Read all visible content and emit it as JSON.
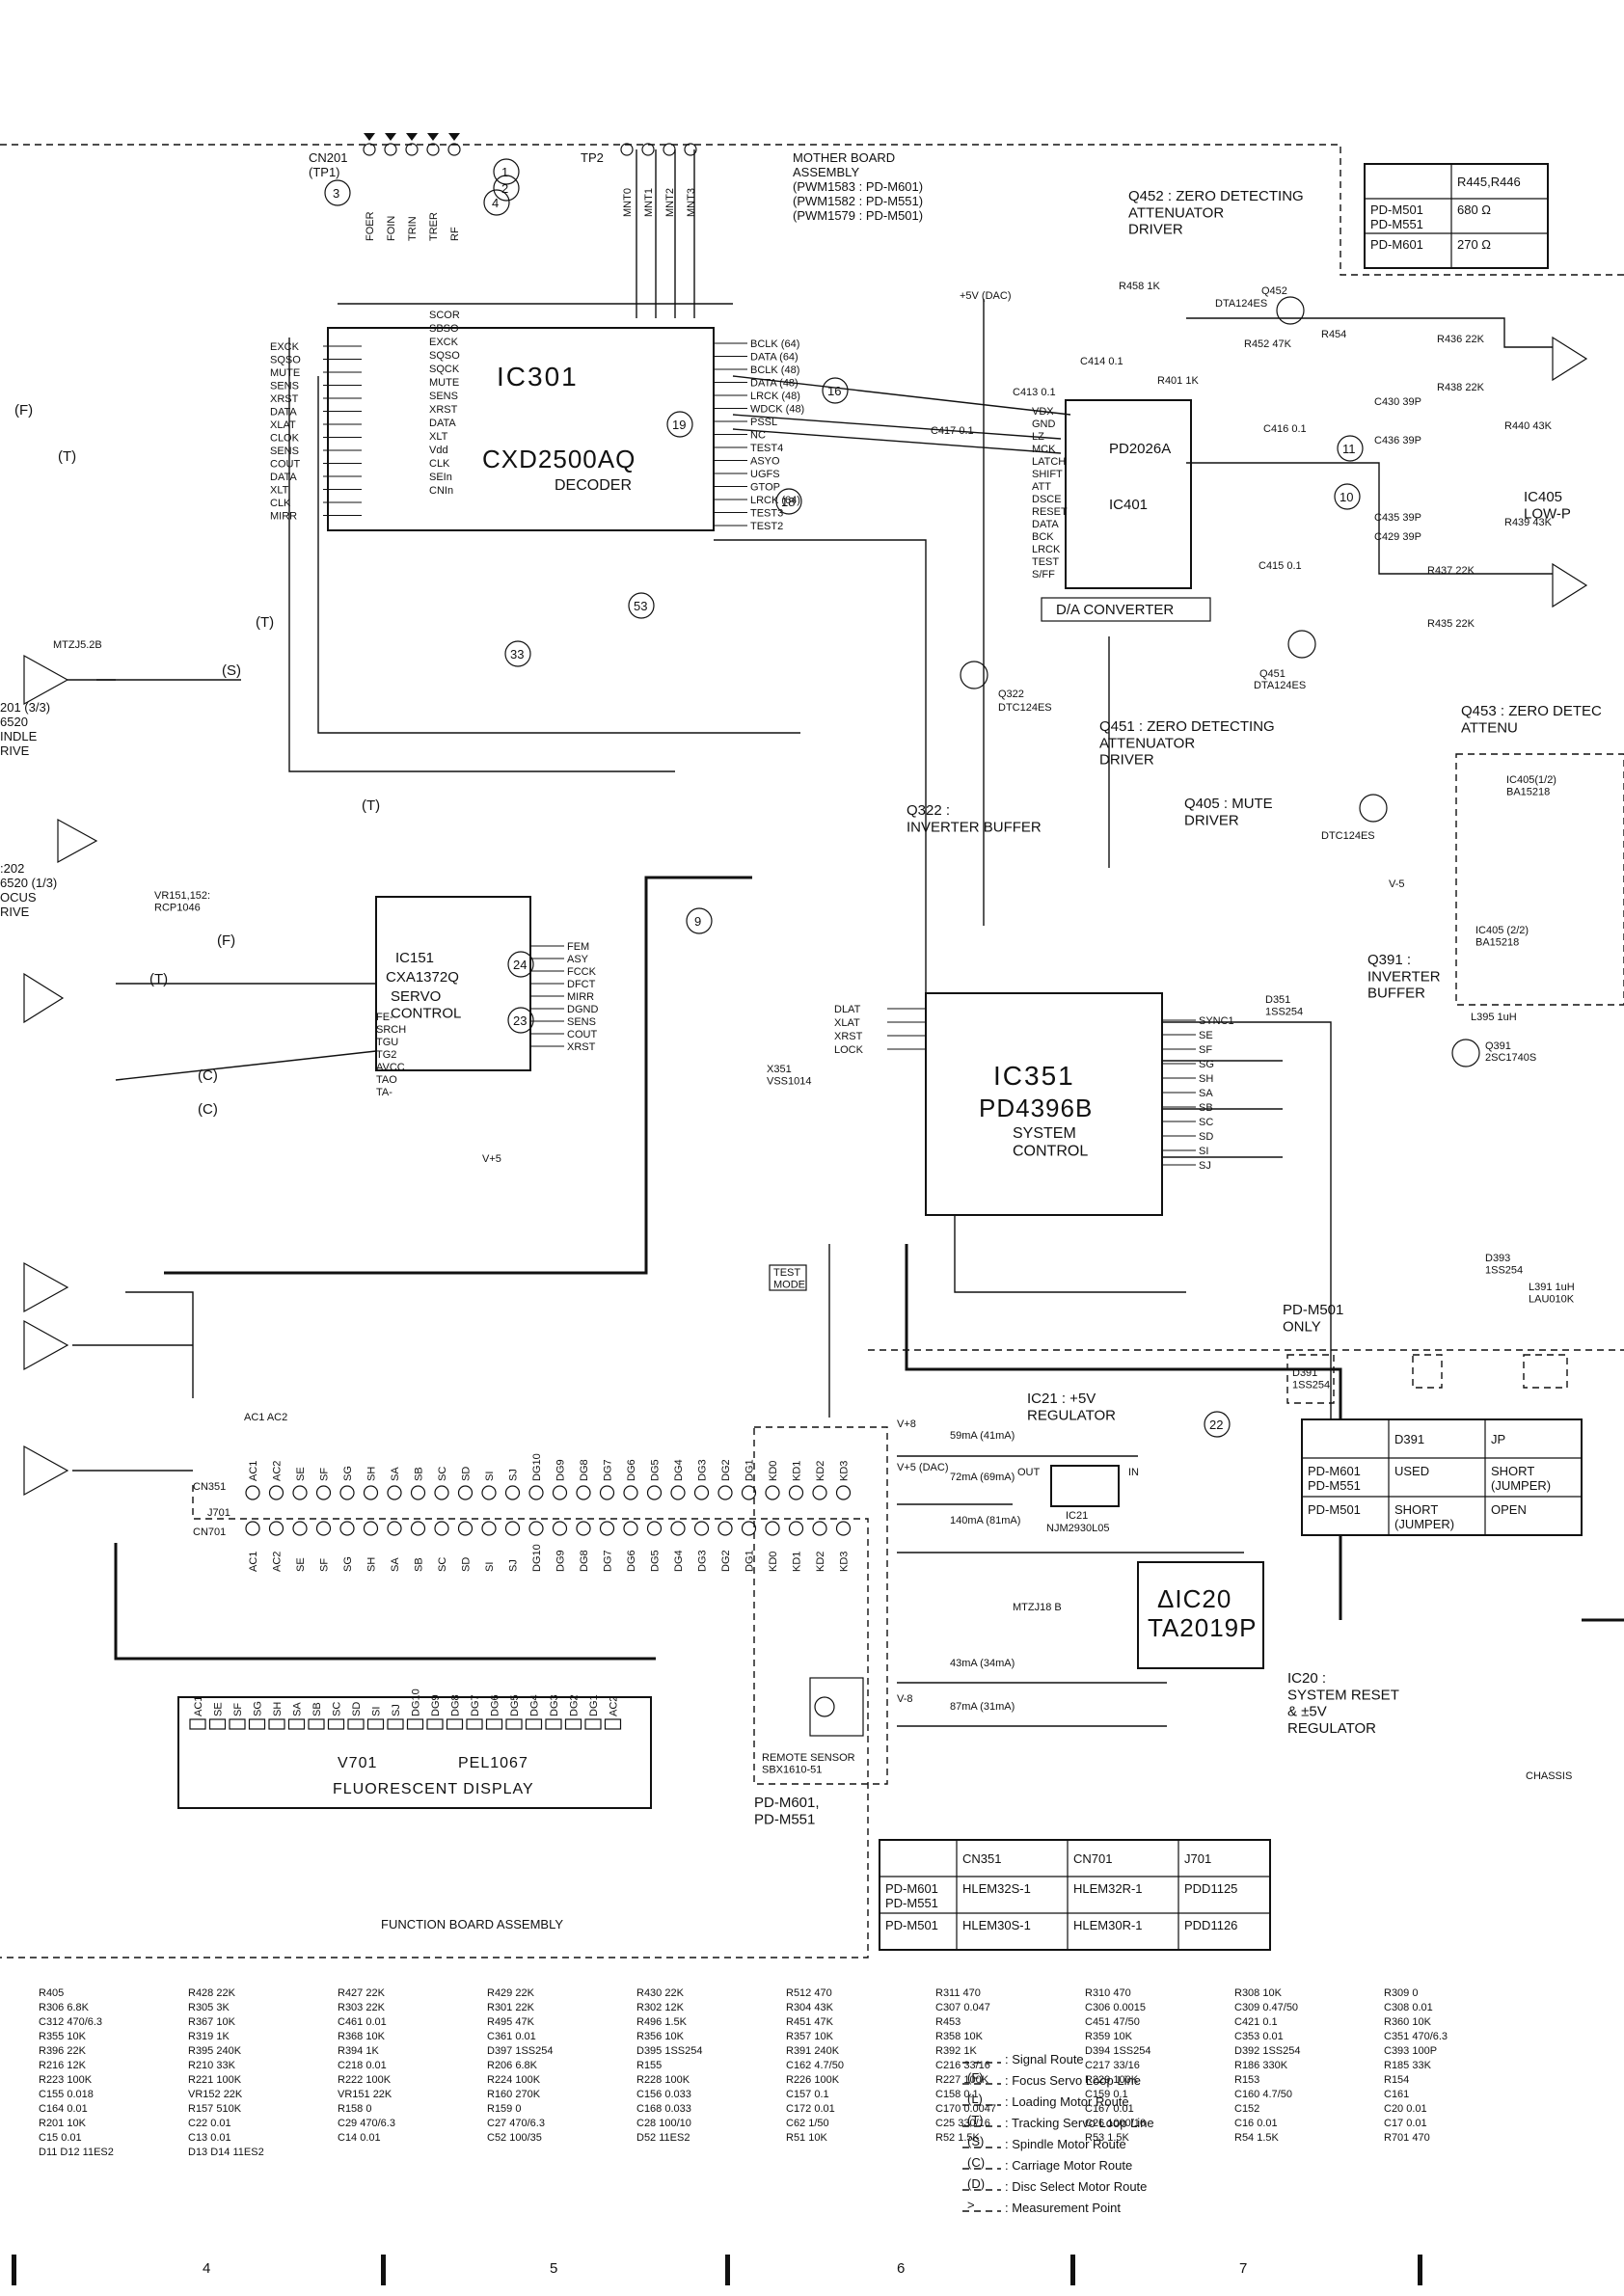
{
  "board": {
    "mother_title": "MOTHER BOARD\nASSEMBLY\n(PWM1583 : PD-M601)\n(PWM1582 : PD-M551)\n(PWM1579 : PD-M501)",
    "function_title": "FUNCTION BOARD ASSEMBLY",
    "tp2": "TP2",
    "cn201": "CN201\n(TP1)",
    "cn201_signals": [
      "FOER",
      "FOIN",
      "TRIN",
      "TRER",
      "RF"
    ],
    "tp2_signals": [
      "MNT0",
      "MNT1",
      "MNT2",
      "MNT3"
    ]
  },
  "ics": {
    "ic301": {
      "ref": "IC301",
      "part": "CXD2500AQ",
      "func": "DECODER",
      "left_pins": [
        "EXCK",
        "SQSO",
        "MUTE",
        "SENS",
        "XRST",
        "DATA",
        "XLAT",
        "CLOK",
        "SENS",
        "COUT",
        "DATA",
        "XLT",
        "CLK",
        "MIRR"
      ],
      "inner_left": [
        "SCOR",
        "SBSO",
        "EXCK",
        "SQSO",
        "SQCK",
        "MUTE",
        "SENS",
        "XRST",
        "DATA",
        "XLT",
        "Vdd",
        "CLK",
        "SEIn",
        "CNIn"
      ],
      "right_labels": [
        "BCLK (64)",
        "DATA (64)",
        "BCLK (48)",
        "DATA (48)",
        "LRCK (48)",
        "WDCK (48)",
        "PSSL",
        "NC",
        "TEST4",
        "ASYO",
        "UGFS",
        "GTOP",
        "LRCK (64)",
        "TEST3",
        "TEST2"
      ]
    },
    "ic151": {
      "ref": "IC151",
      "part": "CXA1372Q",
      "func": "SERVO\nCONTROL",
      "left_pins": [
        "FE-",
        "SRCH",
        "TGU",
        "TG2",
        "AVCC",
        "TAO",
        "TA-"
      ],
      "right_pins": [
        "FEM",
        "ASY",
        "FCCK",
        "DFCT",
        "MIRR",
        "DGND",
        "SENS",
        "COUT",
        "XRST"
      ]
    },
    "ic351": {
      "ref": "IC351",
      "part": "PD4396B",
      "func": "SYSTEM\nCONTROL",
      "left_pins": [
        "DLAT",
        "XLAT",
        "XRST",
        "LOCK"
      ],
      "right_pins": [
        "SYNC1",
        "SE",
        "SF",
        "SG",
        "SH",
        "SA",
        "SB",
        "SC",
        "SD",
        "SI",
        "SJ"
      ]
    },
    "ic401": {
      "ref": "IC401",
      "part": "PD2026A",
      "func": "D/A CONVERTER",
      "pins": [
        "VDX",
        "GND",
        "LZ",
        "MCK",
        "LATCH",
        "SHIFT",
        "ATT",
        "DSCE",
        "RESET",
        "DATA",
        "BCK",
        "LRCK",
        "TEST",
        "S/FF"
      ]
    },
    "ic20": {
      "ref": "ΔIC20",
      "part": "TA2019P",
      "func": "IC20 :\nSYSTEM RESET\n& ±5V\nREGULATOR"
    },
    "ic21": {
      "ref": "IC21",
      "part": "NJM2930L05",
      "func": "IC21 : +5V\nREGULATOR",
      "out": "OUT",
      "in": "IN"
    }
  },
  "transistors": [
    {
      "ref": "Q452",
      "desc": "Q452 : ZERO DETECTING\nATTENUATOR\nDRIVER"
    },
    {
      "ref": "Q451",
      "desc": "Q451 : ZERO DETECTING\nATTENUATOR\nDRIVER"
    },
    {
      "ref": "Q453",
      "desc": "Q453 : ZERO DETEC\nATTENU"
    },
    {
      "ref": "Q405",
      "desc": "Q405 : MUTE\nDRIVER"
    },
    {
      "ref": "Q322",
      "desc": "Q322 :\nINVERTER BUFFER"
    },
    {
      "ref": "Q391",
      "desc": "Q391 :\nINVERTER\nBUFFER"
    }
  ],
  "misc_labels": {
    "ic405": "IC405\nLOW-P",
    "ic405_a": "IC405(1/2)\nBA15218",
    "ic405_b": "IC405 (2/2)\nBA15218",
    "pd_m501_only": "PD-M501\nONLY",
    "remote_sensor": "REMOTE SENSOR\nSBX1610-51",
    "remote_models": "PD-M601,\nPD-M551",
    "test_mode": "TEST\nMODE",
    "ic201": "201 (3/3)\n6520\nINDLE\nRIVE",
    "ic202": ":202\n6520 (1/3)\nOCUS\nRIVE",
    "vr151": "VR151,152:\nRCP1046",
    "q322_part": "DTC124ES",
    "q452_part": "DTA124ES",
    "q451_part": "DTA124ES",
    "q405_part": "DTC124ES",
    "q391_part": "2SC1740S",
    "d218": "MTZJ5.2B",
    "d54": "MTZJ18 B",
    "l391": "L391 1uH\nLAU010K",
    "l395": "L395 1uH",
    "d351": "D351\n1SS254",
    "d393": "D393\n1SS254",
    "d391": "D391\n1SS254",
    "x351": "X351\nVSS1014",
    "chassis": "CHASSIS",
    "ac": "AC1 AC2"
  },
  "part_labels": [
    "R458 1K",
    "R452 47K",
    "R454",
    "R436 22K",
    "R438 22K",
    "R440 43K",
    "R439 43K",
    "R437 22K",
    "R435 22K",
    "R401 1K",
    "C414 0.1",
    "C413 0.1",
    "C417 0.1",
    "C416 0.1",
    "C415 0.1",
    "C430 39P",
    "C436 39P",
    "C429 39P",
    "C435 39P",
    "R405",
    "R428 22K",
    "R427 22K",
    "R429 22K",
    "R430 22K",
    "R512 470",
    "R311 470",
    "R310 470",
    "R308 10K",
    "R309 0",
    "R306 6.8K",
    "R305 3K",
    "R303 22K",
    "R301 22K",
    "R302 12K",
    "R304 43K",
    "C307 0.047",
    "C306 0.0015",
    "C309 0.47/50",
    "C308 0.01",
    "C312 470/6.3",
    "R367 10K",
    "C461 0.01",
    "R495 47K",
    "R496 1.5K",
    "R451 47K",
    "R453",
    "C451 47/50",
    "C421 0.1",
    "R360 10K",
    "R355 10K",
    "R319 1K",
    "R368 10K",
    "C361 0.01",
    "R356 10K",
    "R357 10K",
    "R358 10K",
    "R359 10K",
    "C353 0.01",
    "C351 470/6.3",
    "R396 22K",
    "R395 240K",
    "R394 1K",
    "D397 1SS254",
    "D395 1SS254",
    "R391 240K",
    "R392 1K",
    "D394 1SS254",
    "D392 1SS254",
    "C393 100P",
    "R216 12K",
    "R210 33K",
    "C218 0.01",
    "R206 6.8K",
    "R155",
    "C162 4.7/50",
    "C216 33/16",
    "C217 33/16",
    "R186 330K",
    "R185 33K",
    "R223 100K",
    "R221 100K",
    "R222 100K",
    "R224 100K",
    "R228 100K",
    "R226 100K",
    "R227 100K",
    "R229 100K",
    "R153",
    "R154",
    "C155 0.018",
    "VR152 22K",
    "VR151 22K",
    "R160 270K",
    "C156 0.033",
    "C157 0.1",
    "C158 0.1",
    "C159 0.1",
    "C160 4.7/50",
    "C161",
    "C164 0.01",
    "R157 510K",
    "R158 0",
    "R159 0",
    "C168 0.033",
    "C172 0.01",
    "C170 0.0047",
    "C167 0.01",
    "C152",
    "C20 0.01",
    "R201 10K",
    "C22 0.01",
    "C29 470/6.3",
    "C27 470/6.3",
    "C28 100/10",
    "C62 1/50",
    "C25 330/16",
    "C26 1000/16",
    "C16 0.01",
    "C17 0.01",
    "C15 0.01",
    "C13 0.01",
    "C14 0.01",
    "C52 100/35",
    "D52 11ES2",
    "R51 10K",
    "R52 1.5K",
    "R53 1.5K",
    "R54 1.5K",
    "R701 470",
    "D11 D12 11ES2",
    "D13 D14 11ES2"
  ],
  "supply_labels": [
    "59mA (41mA)",
    "72mA (69mA)",
    "140mA (81mA)",
    "43mA (34mA)",
    "87mA (31mA)",
    "+5V (DAC)",
    "V+5",
    "V-5",
    "V+8",
    "V-8",
    "V+5 (DAC)"
  ],
  "cn351": {
    "label": "CN351",
    "label_j": "J701",
    "label_cn701": "CN701",
    "top": [
      "AC1",
      "AC2",
      "SE",
      "SF",
      "SG",
      "SH",
      "SA",
      "SB",
      "SC",
      "SD",
      "SI",
      "SJ",
      "DG10",
      "DG9",
      "DG8",
      "DG7",
      "DG6",
      "DG5",
      "DG4",
      "DG3",
      "DG2",
      "DG1",
      "KD0",
      "KD1",
      "KD2",
      "KD3"
    ],
    "bottom": [
      "AC1",
      "AC2",
      "SE",
      "SF",
      "SG",
      "SH",
      "SA",
      "SB",
      "SC",
      "SD",
      "SI",
      "SJ",
      "DG10",
      "DG9",
      "DG8",
      "DG7",
      "DG6",
      "DG5",
      "DG4",
      "DG3",
      "DG2",
      "DG1",
      "KD0",
      "KD1",
      "KD2",
      "KD3"
    ]
  },
  "display": {
    "part": "V701",
    "model": "PEL1067",
    "caption": "FLUORESCENT DISPLAY",
    "pins": [
      "AC1",
      "SE",
      "SF",
      "SG",
      "SH",
      "SA",
      "SB",
      "SC",
      "SD",
      "SI",
      "SJ",
      "DG10",
      "DG9",
      "DG8",
      "DG7",
      "DG6",
      "DG5",
      "DG4",
      "DG3",
      "DG2",
      "DG1",
      "AC2"
    ]
  },
  "tables": {
    "r445": {
      "header": [
        "",
        "R445,R446"
      ],
      "rows": [
        [
          "PD-M501\nPD-M551",
          "680 Ω"
        ],
        [
          "PD-M601",
          "270 Ω"
        ]
      ]
    },
    "d391_jp": {
      "header": [
        "",
        "D391",
        "JP"
      ],
      "rows": [
        [
          "PD-M601\nPD-M551",
          "USED",
          "SHORT\n(JUMPER)"
        ],
        [
          "PD-M501",
          "SHORT\n(JUMPER)",
          "OPEN"
        ]
      ]
    },
    "connectors": {
      "header": [
        "",
        "CN351",
        "CN701",
        "J701"
      ],
      "rows": [
        [
          "PD-M601\nPD-M551",
          "HLEM32S-1",
          "HLEM32R-1",
          "PDD1125"
        ],
        [
          "PD-M501",
          "HLEM30S-1",
          "HLEM30R-1",
          "PDD1126"
        ]
      ]
    }
  },
  "measurement_points": [
    "1",
    "2",
    "3",
    "4",
    "9",
    "10",
    "11",
    "16",
    "18",
    "19",
    "22",
    "23",
    "24",
    "33",
    "53"
  ],
  "legend": [
    {
      "key": "",
      "text": ": Signal Route"
    },
    {
      "key": "(F)",
      "text": ": Focus Servo Loop Line"
    },
    {
      "key": "(L)",
      "text": ": Loading Motor Route"
    },
    {
      "key": "(T)",
      "text": ": Tracking Servo Loop Line"
    },
    {
      "key": "(S)",
      "text": ": Spindle Motor Route"
    },
    {
      "key": "(C)",
      "text": ": Carriage Motor Route"
    },
    {
      "key": "(D)",
      "text": ": Disc Select Motor Route"
    },
    {
      "key": ">",
      "text": ": Measurement Point"
    }
  ],
  "route_marks": [
    "(F)",
    "(T)",
    "(S)",
    "(T)",
    "(F)",
    "(T)",
    "(C)",
    "(C)",
    "(T)"
  ],
  "grid_numbers": [
    "4",
    "5",
    "6",
    "7"
  ]
}
